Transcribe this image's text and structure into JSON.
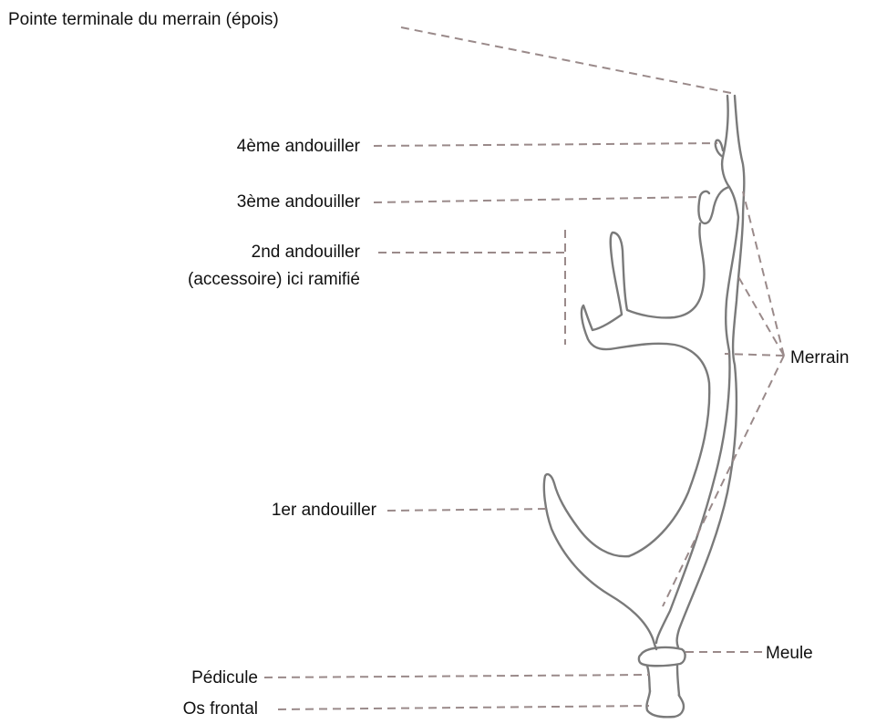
{
  "labels": {
    "epois": "Pointe terminale du merrain (épois)",
    "andouiller4": "4ème andouiller",
    "andouiller3": "3ème andouiller",
    "andouiller2_line1": "2nd andouiller",
    "andouiller2_line2": "(accessoire) ici ramifié",
    "andouiller1": "1er andouiller",
    "merrain": "Merrain",
    "meule": "Meule",
    "pedicule": "Pédicule",
    "os_frontal": "Os frontal"
  },
  "colors": {
    "leader_line": "#9a8a8a",
    "antler_outline": "#7a7a7a",
    "text": "#111111"
  }
}
